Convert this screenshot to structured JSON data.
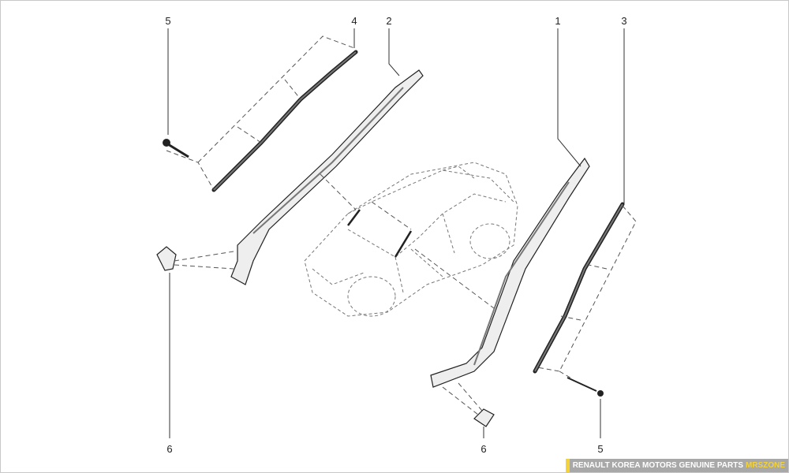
{
  "callouts": [
    {
      "id": "c5a",
      "label": "5"
    },
    {
      "id": "c4",
      "label": "4"
    },
    {
      "id": "c2",
      "label": "2"
    },
    {
      "id": "c1",
      "label": "1"
    },
    {
      "id": "c3",
      "label": "3"
    },
    {
      "id": "c6a",
      "label": "6"
    },
    {
      "id": "c6b",
      "label": "6"
    },
    {
      "id": "c5b",
      "label": "5"
    }
  ],
  "banner": {
    "text": "RENAULT KOREA MOTORS GENUINE PARTS",
    "brand": "MRSZONE",
    "accent": "#f3d23a"
  }
}
